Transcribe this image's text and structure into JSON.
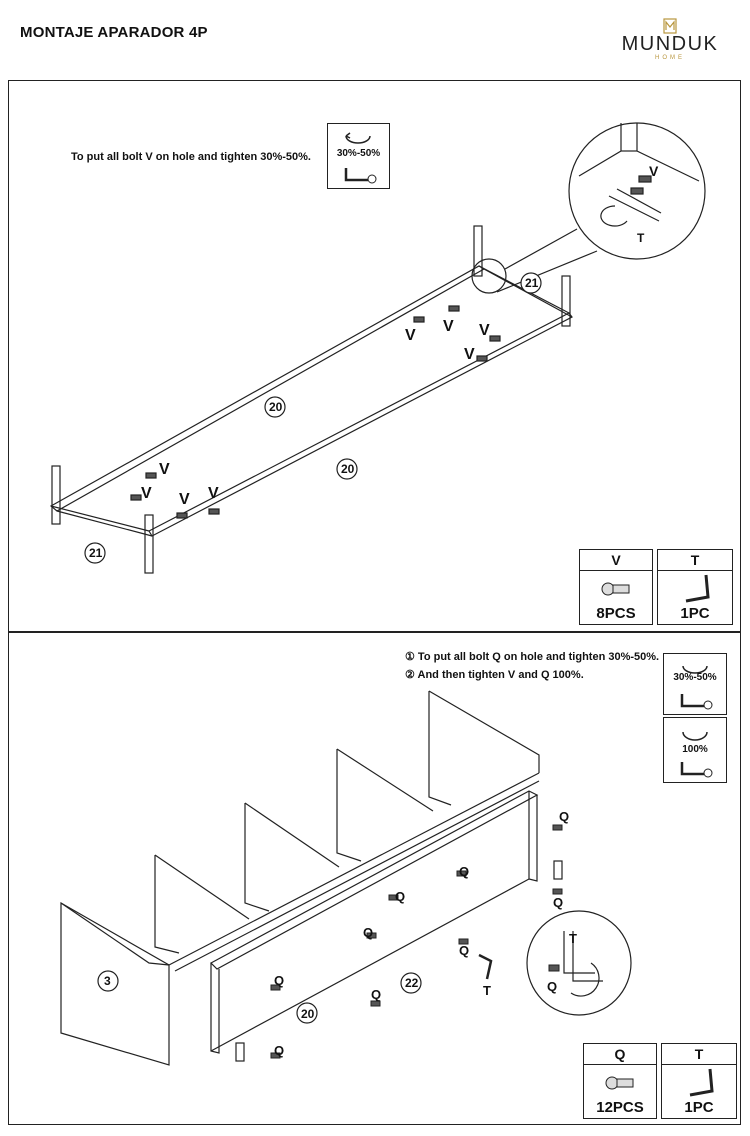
{
  "header": {
    "title": "MONTAJE APARADOR 4P",
    "brand": "MUNDUK",
    "brand_sub": "HOME"
  },
  "step1": {
    "instruction": "To put all bolt V on hole and tighten 30%-50%.",
    "torque_label": "30%-50%",
    "part_labels": [
      "20",
      "20",
      "21",
      "21"
    ],
    "bolt_label": "V",
    "tool_label": "T",
    "parts_table": [
      {
        "code": "V",
        "qty": "8PCS",
        "icon": "bolt-icon"
      },
      {
        "code": "T",
        "qty": "1PC",
        "icon": "hex-key-icon"
      }
    ]
  },
  "step2": {
    "instructions": [
      "① To put all bolt Q on hole and tighten 30%-50%.",
      "② And then tighten V and Q 100%."
    ],
    "torque_label_1": "30%-50%",
    "torque_label_2": "100%",
    "part_labels": [
      "3",
      "20",
      "22"
    ],
    "bolt_label": "Q",
    "tool_label": "T",
    "parts_table": [
      {
        "code": "Q",
        "qty": "12PCS",
        "icon": "bolt-icon"
      },
      {
        "code": "T",
        "qty": "1PC",
        "icon": "hex-key-icon"
      }
    ]
  }
}
